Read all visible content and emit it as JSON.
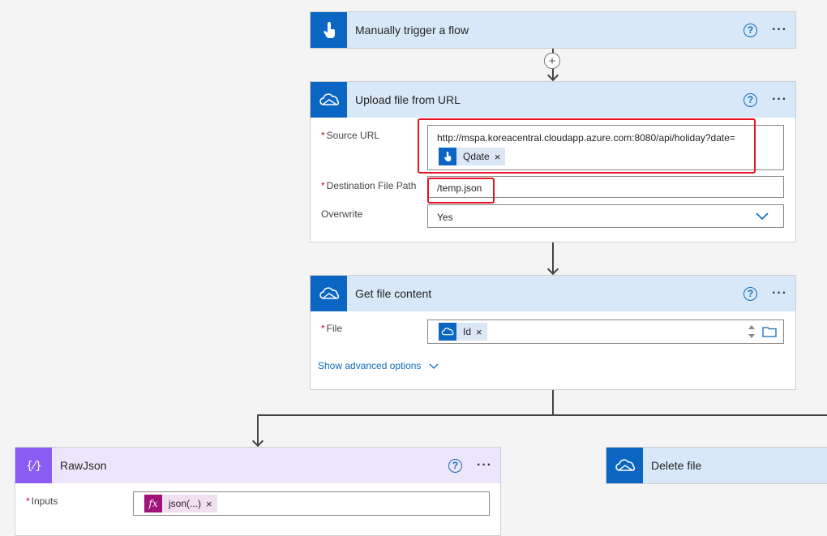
{
  "trigger": {
    "title": "Manually trigger a flow",
    "help": "?",
    "more": "···"
  },
  "upload": {
    "title": "Upload file from URL",
    "help": "?",
    "more": "···",
    "source_label": "Source URL",
    "source_value": "http://mspa.koreacentral.cloudapp.azure.com:8080/api/holiday?date=",
    "source_token": "Qdate",
    "dest_label": "Destination File Path",
    "dest_value": "/temp.json",
    "overwrite_label": "Overwrite",
    "overwrite_value": "Yes"
  },
  "getfile": {
    "title": "Get file content",
    "help": "?",
    "more": "···",
    "file_label": "File",
    "file_token": "Id",
    "advanced": "Show advanced options"
  },
  "rawjson": {
    "title": "RawJson",
    "help": "?",
    "more": "···",
    "inputs_label": "Inputs",
    "inputs_token": "json(...)"
  },
  "deletefile": {
    "title": "Delete file"
  },
  "required_mark": "*",
  "token_remove": "×",
  "add_step": "+",
  "colors": {
    "onedrive_blue": "#0a66c2",
    "header_blue": "#d8e8f8",
    "variable_purple": "#8a5cf5",
    "expression_magenta": "#a0147a",
    "highlight_red": "#e81123"
  }
}
